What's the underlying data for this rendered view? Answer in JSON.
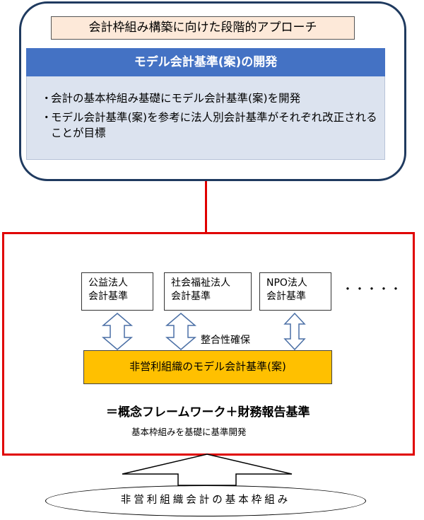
{
  "approach": {
    "title": "会計枠組み構築に向けた段階的アプローチ",
    "model_header": "モデル会計基準(案)の開発",
    "bullet_mark": "・",
    "bullets": [
      "会計の基本枠組み基礎にモデル会計基準(案)を開発",
      "モデル会計基準(案)を参考に法人別会計基準がそれぞれ改正されることが目標"
    ]
  },
  "framework": {
    "standards": [
      {
        "line1": "公益法人",
        "line2": "会計基準"
      },
      {
        "line1": "社会福祉法人",
        "line2": "会計基準"
      },
      {
        "line1": "NPO法人",
        "line2": "会計基準"
      }
    ],
    "ellipsis": "・・・・・",
    "consistency_label": "整合性確保",
    "model_standard": "非営利組織のモデル会計基準(案)",
    "formula": "＝概念フレームワーク＋財務報告基準",
    "note": "基本枠組みを基礎に基準開発"
  },
  "basic_framework": "非営利組織会計の基本枠組み",
  "colors": {
    "panel_border": "#1f3a5f",
    "title_fill": "#fde9d9",
    "header_fill": "#4472c4",
    "body_fill": "#dce3ef",
    "red_frame": "#e00000",
    "model_fill": "#ffc000"
  }
}
